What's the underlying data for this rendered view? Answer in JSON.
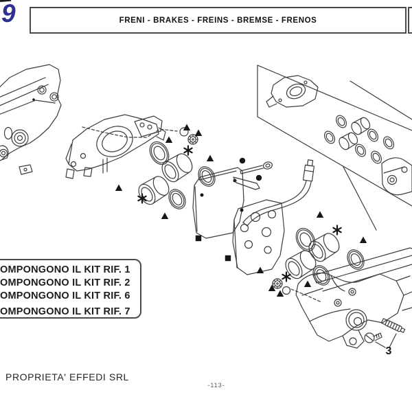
{
  "page": {
    "section_number": "9",
    "header": {
      "title": "FRENI - BRAKES - FREINS - BREMSE - FRENOS"
    },
    "legend": {
      "lines": [
        "OMPONGONO IL KIT RIF. 1",
        "OMPONGONO IL KIT RIF. 2",
        "OMPONGONO IL KIT RIF. 6",
        "OMPONGONO IL KIT RIF. 7"
      ]
    },
    "callouts": {
      "ref_3": "3"
    },
    "footer": {
      "property_notice": "PROPRIETA' EFFEDI SRL",
      "page_number": "-113-"
    },
    "colors": {
      "accent_blue": "#2e3192",
      "line_art": "#3c3c3c"
    }
  }
}
